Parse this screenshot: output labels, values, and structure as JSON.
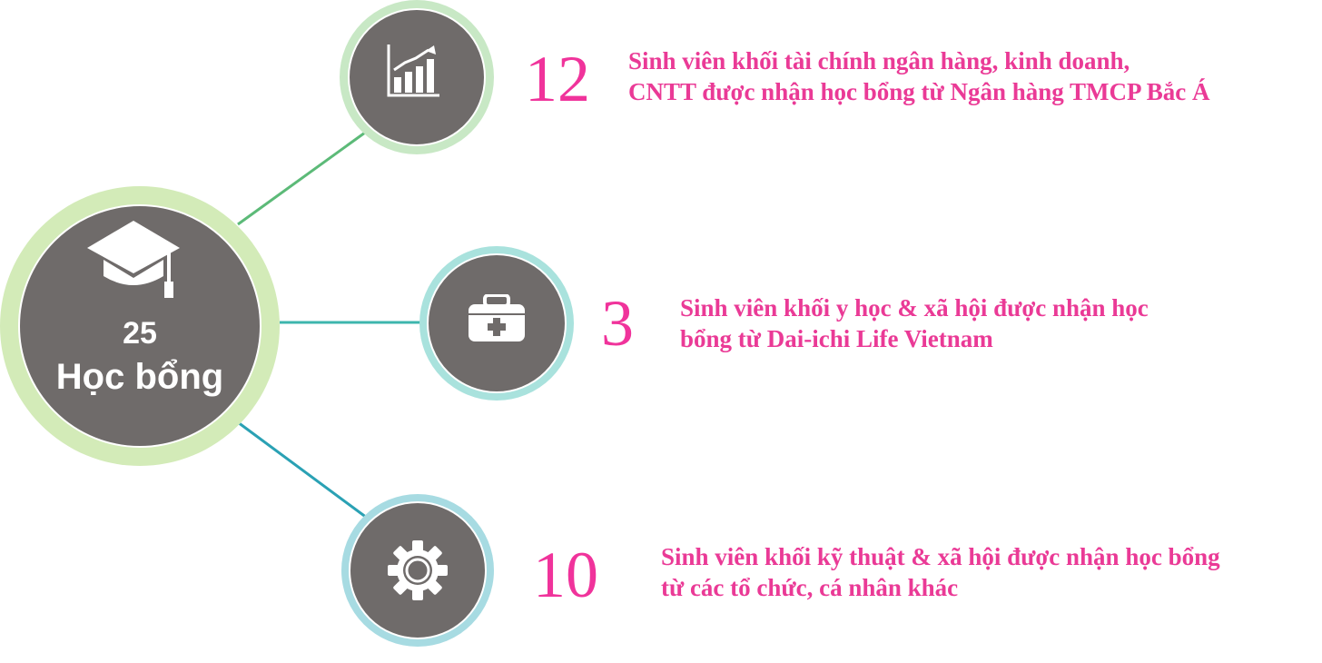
{
  "center": {
    "count": "25",
    "label": "Học bổng",
    "icon": "graduation-cap-icon"
  },
  "branches": [
    {
      "number": "12",
      "icon": "bar-chart-growth-icon",
      "lines": [
        "Sinh viên khối tài chính ngân hàng, kinh doanh,",
        "CNTT được nhận học bổng từ Ngân hàng TMCP Bắc Á"
      ],
      "ring_color": "#c8e8c5",
      "line_color": "#5cba78"
    },
    {
      "number": "3",
      "icon": "medical-kit-icon",
      "lines": [
        "Sinh viên khối y học & xã hội được nhận học",
        "bổng từ Dai-ichi Life Vietnam"
      ],
      "ring_color": "#a9e2dd",
      "line_color": "#3db6ad"
    },
    {
      "number": "10",
      "icon": "gear-icon",
      "lines": [
        "Sinh viên khối kỹ thuật & xã hội được nhận học bổng",
        "từ các tổ chức, cá nhân khác"
      ],
      "ring_color": "#a7dbe2",
      "line_color": "#2aa1b4"
    }
  ],
  "colors": {
    "accent": "#f0339b",
    "node_fill": "#6f6b6a",
    "center_ring": "#d3ebb8"
  }
}
